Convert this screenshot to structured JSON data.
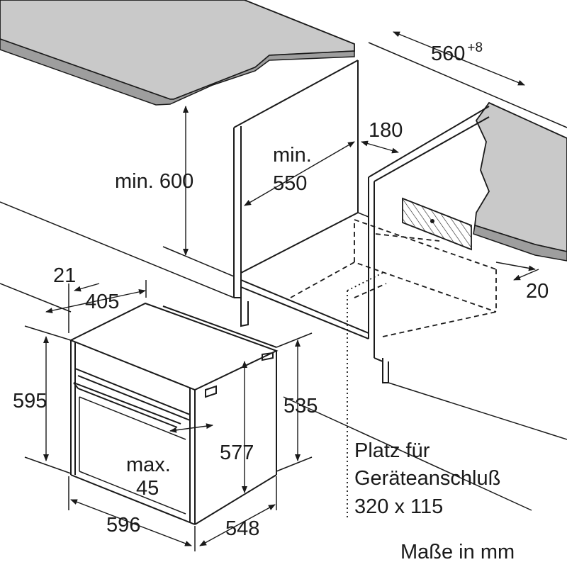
{
  "dimensions": {
    "cabinet_width": "560",
    "cabinet_width_tolerance": "+8",
    "min_height_label": "min. 600",
    "min_depth_label_1": "min.",
    "min_depth_label_2": "550",
    "opening_offset": "180",
    "rear_gap": "20",
    "oven_offset_21": "21",
    "oven_offset_405": "405",
    "oven_height": "595",
    "oven_inner_height": "535",
    "oven_body_height": "577",
    "handle_max_label_1": "max.",
    "handle_max_label_2": "45",
    "oven_width": "596",
    "oven_depth": "548"
  },
  "connection": {
    "line1": "Platz für",
    "line2": "Geräteanschluß",
    "line3": "320 x 115"
  },
  "units_note": "Maße in mm",
  "colors": {
    "countertop": "#c9c9c9",
    "countertop_edge": "#9e9e9e",
    "line": "#1a1a1a",
    "background": "#ffffff"
  }
}
